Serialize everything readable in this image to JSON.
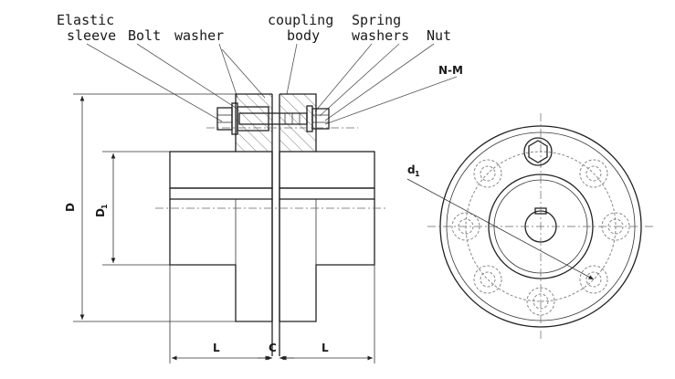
{
  "labels": {
    "elastic_sleeve_line1": "Elastic",
    "elastic_sleeve_line2": "sleeve",
    "bolt": "Bolt",
    "washer": "washer",
    "coupling_body_line1": "coupling",
    "coupling_body_line2": "body",
    "spring_washers_line1": "Spring",
    "spring_washers_line2": "washers",
    "nut": "Nut",
    "nm": "N-M"
  },
  "dimensions": {
    "D": "D",
    "D1_main": "D",
    "D1_sub": "1",
    "d1_main": "d",
    "d1_sub": "1",
    "L_left": "L",
    "C": "C",
    "L_right": "L"
  },
  "colors": {
    "line": "#222222",
    "leader": "#555555",
    "background": "#ffffff"
  }
}
